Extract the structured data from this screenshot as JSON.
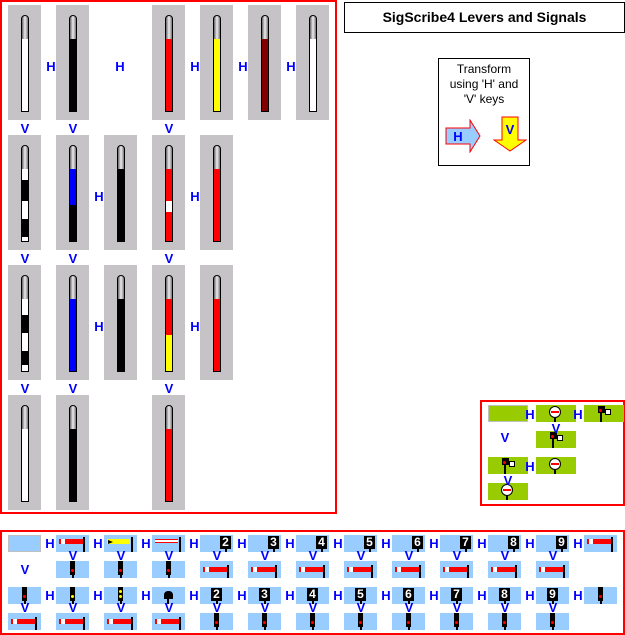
{
  "title": "SigScribe4 Levers and Signals",
  "help": {
    "lines": [
      "Transform",
      "using 'H' and",
      "'V' keys"
    ],
    "h_arrow_label": "H",
    "v_arrow_label": "V"
  },
  "labels": {
    "h": "H",
    "v": "V"
  },
  "colors": {
    "panel_border": "#ff0000",
    "lever_background": "#c6c3c6",
    "signal_tile_blue": "#99ccff",
    "signal_tile_green": "#99cc00",
    "label_blue": "#0000ff"
  },
  "levers": [
    {
      "name": "white",
      "segments": [
        [
          "#ffffff",
          1
        ]
      ]
    },
    {
      "name": "black",
      "segments": [
        [
          "#000000",
          1
        ]
      ]
    },
    {
      "name": "red",
      "segments": [
        [
          "#ff0000",
          1
        ]
      ]
    },
    {
      "name": "yellow",
      "segments": [
        [
          "#ffff00",
          1
        ]
      ]
    },
    {
      "name": "maroon",
      "segments": [
        [
          "#800000",
          1
        ]
      ]
    },
    {
      "name": "white-chevron-black",
      "segments": [
        [
          "#ffffff",
          0.15
        ],
        [
          "#000000",
          0.3
        ],
        [
          "#ffffff",
          0.25
        ],
        [
          "#000000",
          0.25
        ],
        [
          "#ffffff",
          0.05
        ]
      ]
    },
    {
      "name": "blue-over-black",
      "segments": [
        [
          "#0000ff",
          0.5
        ],
        [
          "#000000",
          0.5
        ]
      ]
    },
    {
      "name": "red-white-band",
      "segments": [
        [
          "#ff0000",
          0.45
        ],
        [
          "#ffffff",
          0.15
        ],
        [
          "#ff0000",
          0.4
        ]
      ]
    },
    {
      "name": "black-chevron-white",
      "segments": [
        [
          "#ffffff",
          0.22
        ],
        [
          "#000000",
          0.25
        ],
        [
          "#ffffff",
          0.25
        ],
        [
          "#000000",
          0.2
        ],
        [
          "#ffffff",
          0.08
        ]
      ]
    },
    {
      "name": "blue",
      "segments": [
        [
          "#0000ff",
          1
        ]
      ]
    },
    {
      "name": "red-over-yellow",
      "segments": [
        [
          "#ff0000",
          0.5
        ],
        [
          "#ffff00",
          0.5
        ]
      ]
    }
  ],
  "signals": {
    "numbers": [
      "2",
      "3",
      "4",
      "5",
      "6",
      "7",
      "8",
      "9"
    ],
    "icons": [
      "blank-tile",
      "home-arm-icon",
      "distant-arm-icon",
      "shunt-arm-icon",
      "route-number-icon",
      "red-light-icon",
      "yellow-light-icon",
      "double-yellow-light-icon",
      "ground-signal-icon",
      "ground-disc-icon",
      "position-light-icon"
    ]
  }
}
